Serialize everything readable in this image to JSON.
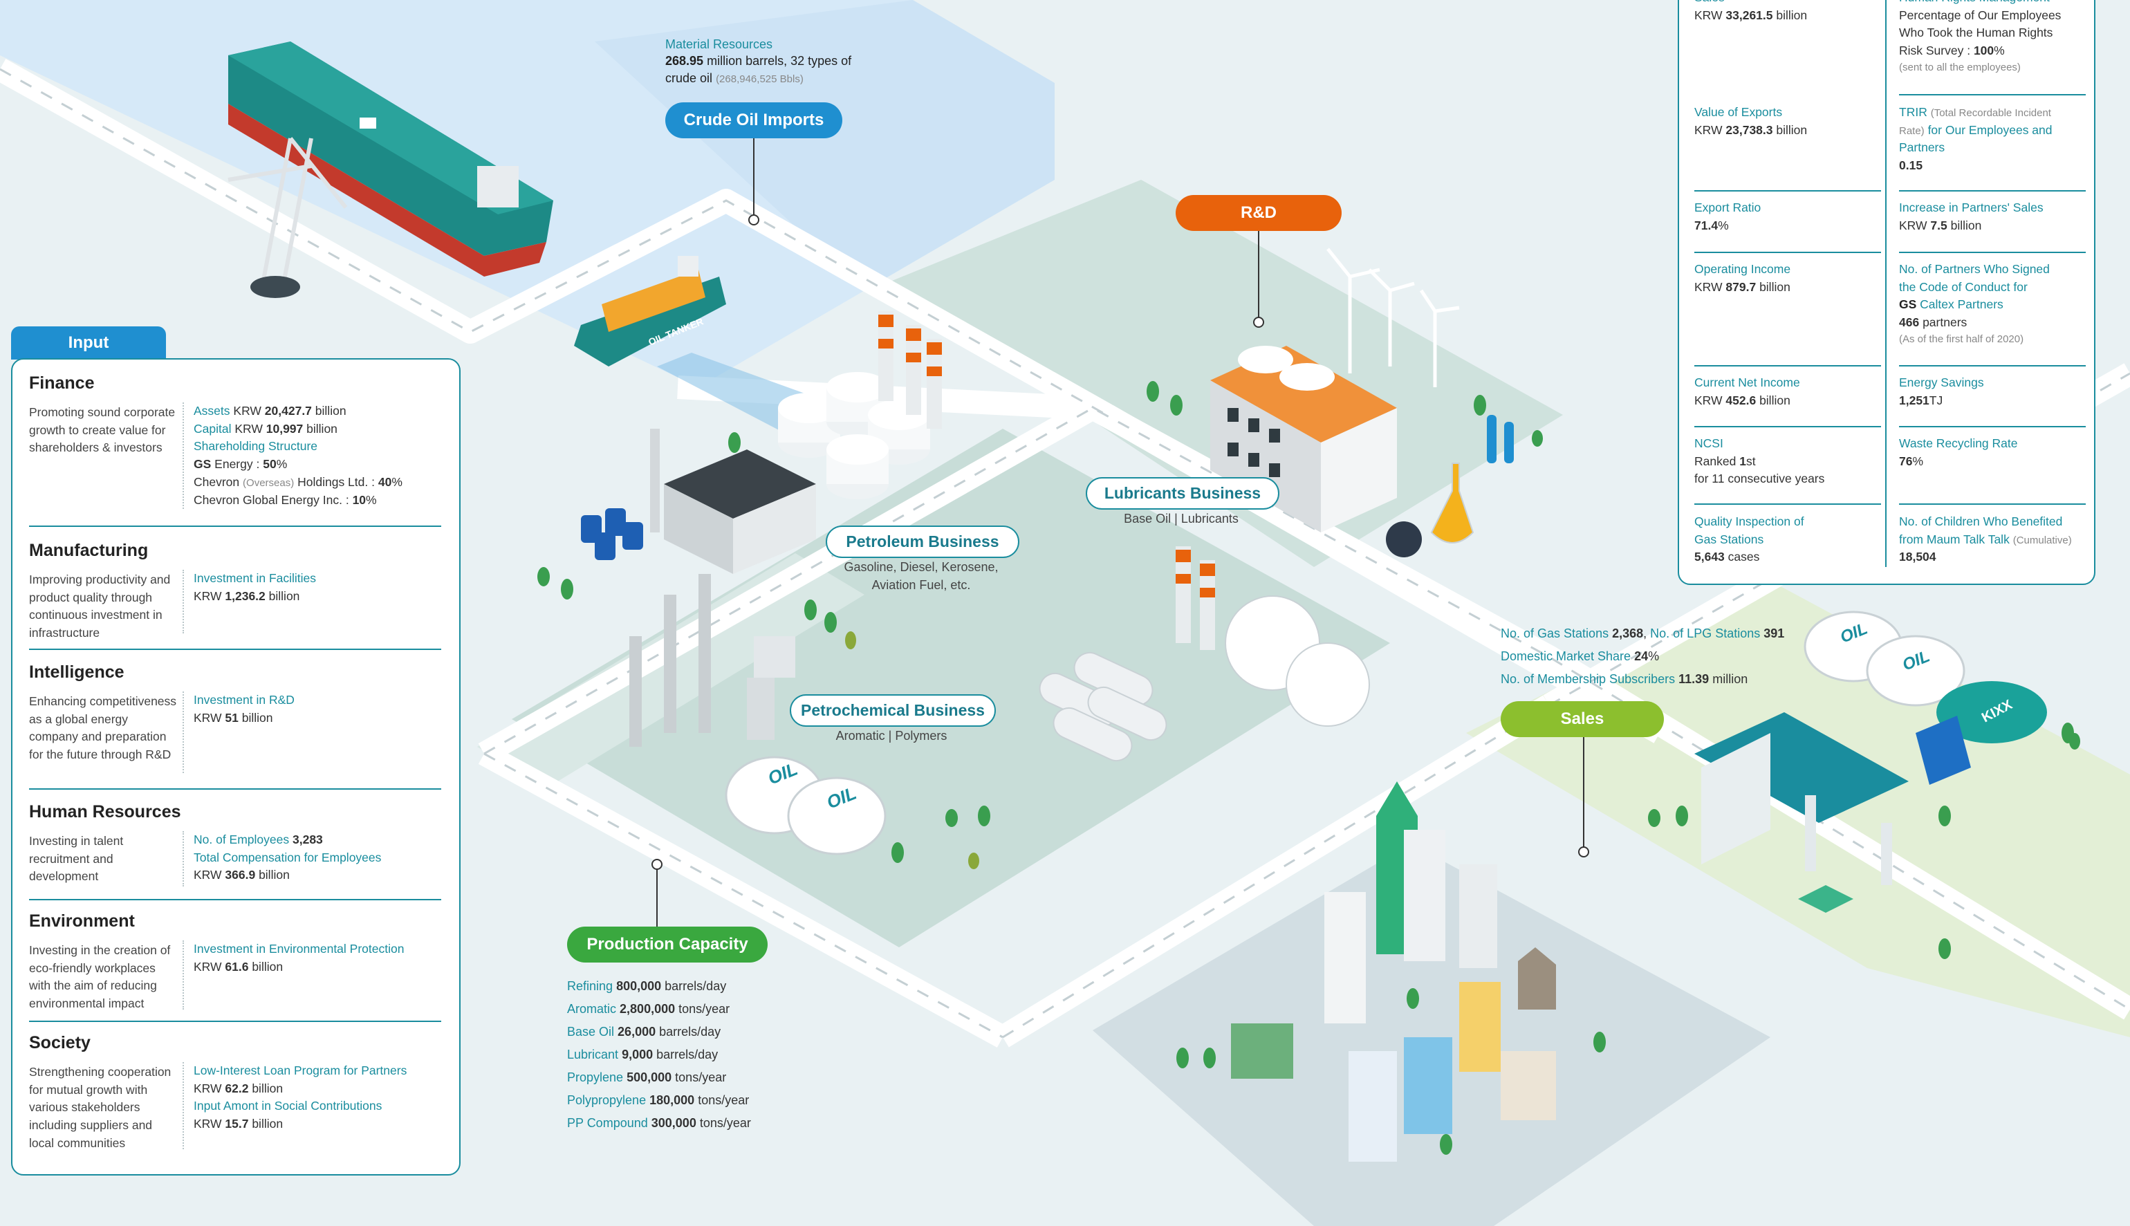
{
  "material_resources": {
    "label": "Material Resources",
    "value": "268.95",
    "unit_text": "million barrels, 32 types of",
    "line2": "crude oil",
    "note": "(268,946,525 Bbls)"
  },
  "crude_oil_imports": "Crude Oil Imports",
  "oil_tanker_text": "OIL TANKER",
  "oil_tank_text": "OIL",
  "truck_text": "KIXX",
  "rnd": "R&D",
  "lubricants": {
    "title": "Lubricants Business",
    "sub": "Base Oil | Lubricants"
  },
  "petroleum": {
    "title": "Petroleum Business",
    "sub1": "Gasoline, Diesel, Kerosene,",
    "sub2": "Aviation Fuel, etc."
  },
  "petrochemical": {
    "title": "Petrochemical Business",
    "sub": "Aromatic  | Polymers"
  },
  "production": {
    "title": "Production Capacity",
    "items": [
      {
        "name": "Refining",
        "value": "800,000",
        "unit": "barrels/day"
      },
      {
        "name": "Aromatic",
        "value": "2,800,000",
        "unit": "tons/year"
      },
      {
        "name": "Base Oil",
        "value": "26,000",
        "unit": "barrels/day"
      },
      {
        "name": "Lubricant",
        "value": "9,000",
        "unit": "barrels/day"
      },
      {
        "name": "Propylene",
        "value": "500,000",
        "unit": "tons/year"
      },
      {
        "name": "Polypropylene",
        "value": "180,000",
        "unit": "tons/year"
      },
      {
        "name": "PP Compound",
        "value": "300,000",
        "unit": "tons/year"
      }
    ]
  },
  "sales": {
    "title": "Sales",
    "gas_label": "No. of Gas Stations",
    "gas_value": "2,368",
    "lpg_label": "No. of LPG Stations",
    "lpg_value": "391",
    "share_label": "Domestic Market Share",
    "share_value": "24",
    "share_unit": "%",
    "members_label": "No. of Membership Subscribers",
    "members_value": "11.39",
    "members_unit": "million"
  },
  "input": {
    "tab": "Input",
    "finance": {
      "title": "Finance",
      "desc": "Promoting sound corporate growth to create value for shareholders & investors",
      "assets_label": "Assets",
      "assets_prefix": "KRW",
      "assets_value": "20,427.7",
      "assets_unit": "billion",
      "capital_label": "Capital",
      "capital_prefix": "KRW",
      "capital_value": "10,997",
      "capital_unit": "billion",
      "sh_label": "Shareholding Structure",
      "gs_bold": "GS",
      "gs_text": "Energy :",
      "gs_value": "50",
      "gs_unit": "%",
      "chev1_a": "Chevron",
      "chev1_small": "(Overseas)",
      "chev1_b": "Holdings Ltd. :",
      "chev1_value": "40",
      "chev1_unit": "%",
      "chev2_a": "Chevron Global Energy Inc. :",
      "chev2_value": "10",
      "chev2_unit": "%"
    },
    "manufacturing": {
      "title": "Manufacturing",
      "desc": "Improving productivity and product quality through continuous investment in infrastructure",
      "label": "Investment in Facilities",
      "prefix": "KRW",
      "value": "1,236.2",
      "unit": "billion"
    },
    "intelligence": {
      "title": "Intelligence",
      "desc": "Enhancing competitiveness as a global energy company and preparation for the future through R&D",
      "label": "Investment in R&D",
      "prefix": "KRW",
      "value": "51",
      "unit": "billion"
    },
    "human": {
      "title": "Human Resources",
      "desc": "Investing in talent recruitment and development",
      "emp_label": "No. of Employees",
      "emp_value": "3,283",
      "comp_label": "Total Compensation for Employees",
      "comp_prefix": "KRW",
      "comp_value": "366.9",
      "comp_unit": "billion"
    },
    "environment": {
      "title": "Environment",
      "desc": "Investing in the creation of eco-friendly workplaces with the aim of reducing environmental impact",
      "label": "Investment in Environmental Protection",
      "prefix": "KRW",
      "value": "61.6",
      "unit": "billion"
    },
    "society": {
      "title": "Society",
      "desc": "Strengthening cooperation for mutual growth with various stakeholders including suppliers and local communities",
      "loan_label": "Low-Interest Loan Program for Partners",
      "loan_prefix": "KRW",
      "loan_value": "62.2",
      "loan_unit": "billion",
      "contrib_label": "Input Amont in Social Contributions",
      "contrib_prefix": "KRW",
      "contrib_value": "15.7",
      "contrib_unit": "billion"
    }
  },
  "outputs": {
    "left": {
      "sales": {
        "label": "Sales",
        "prefix": "KRW",
        "value": "33,261.5",
        "unit": "billion"
      },
      "exports": {
        "label": "Value of Exports",
        "prefix": "KRW",
        "value": "23,738.3",
        "unit": "billion"
      },
      "export_ratio": {
        "label": "Export Ratio",
        "value": "71.4",
        "unit": "%"
      },
      "operating": {
        "label": "Operating Income",
        "prefix": "KRW",
        "value": "879.7",
        "unit": "billion"
      },
      "net": {
        "label": "Current Net Income",
        "prefix": "KRW",
        "value": "452.6",
        "unit": "billion"
      },
      "ncsi": {
        "label": "NCSI",
        "line1a": "Ranked",
        "line1b": "1",
        "line1c": "st",
        "line2": "for 11 consecutive years"
      },
      "quality": {
        "label1": "Quality Inspection of",
        "label2": "Gas Stations",
        "value": "5,643",
        "unit": "cases"
      }
    },
    "right": {
      "hr": {
        "label": "Human Rights Management",
        "l1": "Percentage of Our Employees",
        "l2": "Who Took the Human Rights",
        "l3": "Risk Survey :",
        "value": "100",
        "unit": "%",
        "note": "(sent to all the employees)"
      },
      "trir": {
        "a": "TRIR",
        "small1": "(Total Recordable Incident",
        "small2": "Rate)",
        "b": "for Our Employees and",
        "c": "Partners",
        "value": "0.15"
      },
      "partners_sales": {
        "label": "Increase in Partners' Sales",
        "prefix": "KRW",
        "value": "7.5",
        "unit": "billion"
      },
      "code": {
        "l1": "No. of Partners Who Signed",
        "l2": "the Code of Conduct for",
        "gs": "GS",
        "l3": "Caltex Partners",
        "value": "466",
        "unit": "partners",
        "note": "(As of the first half of 2020)"
      },
      "energy": {
        "label": "Energy Savings",
        "value": "1,251",
        "unit": "TJ"
      },
      "waste": {
        "label": "Waste Recycling Rate",
        "value": "76",
        "unit": "%"
      },
      "children": {
        "l1": "No. of Children Who Benefited",
        "l2": "from Maum Talk Talk",
        "small": "(Cumulative)",
        "value": "18,504"
      }
    }
  },
  "colors": {
    "teal": "#1a8d9e",
    "blue_pill": "#1f8fd0",
    "orange_pill": "#e8620c",
    "green_pill": "#3aa83f",
    "lime_pill": "#8cbf2e",
    "water": "#d9ebf7",
    "ground": "#c9dfdb"
  }
}
